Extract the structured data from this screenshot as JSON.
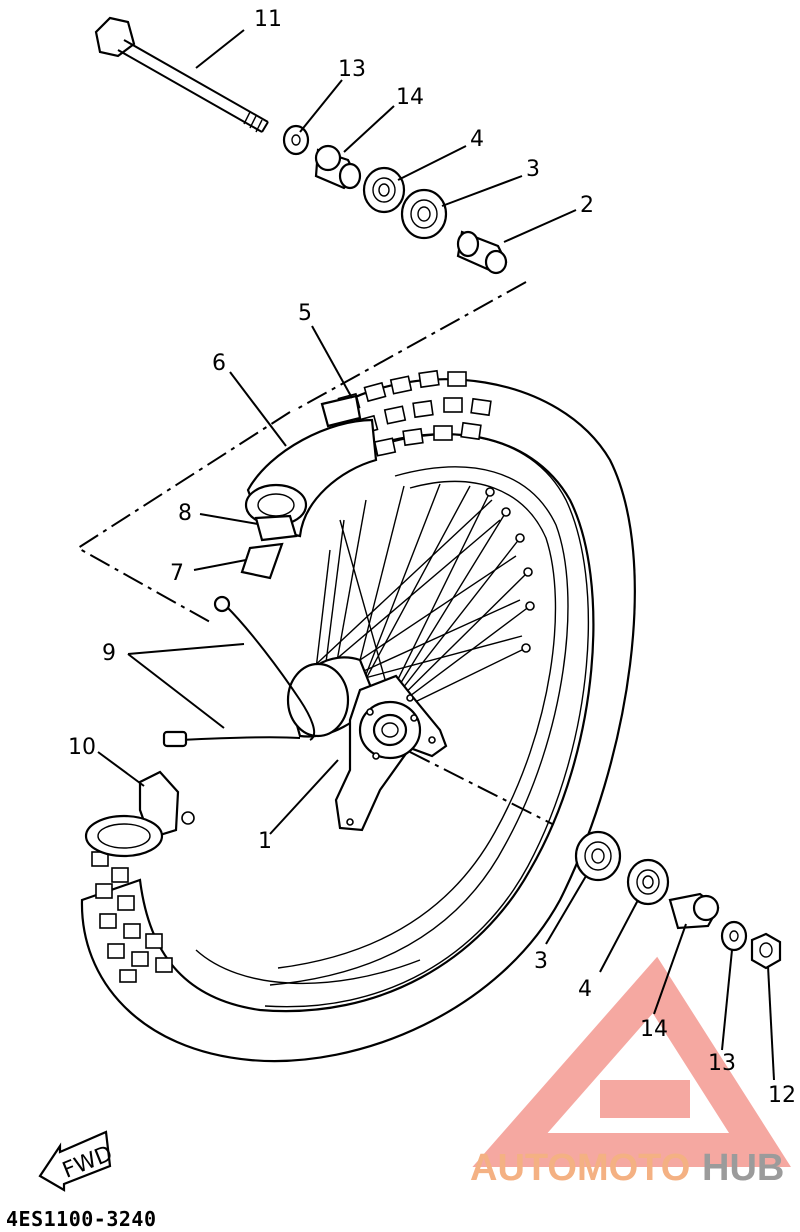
{
  "callouts": {
    "c1": "1",
    "c2": "2",
    "c3a": "3",
    "c3b": "3",
    "c4a": "4",
    "c4b": "4",
    "c5": "5",
    "c6": "6",
    "c7": "7",
    "c8": "8",
    "c9": "9",
    "c10": "10",
    "c11": "11",
    "c12": "12",
    "c13a": "13",
    "c13b": "13",
    "c14a": "14",
    "c14b": "14"
  },
  "fwd_label": "FWD",
  "diagram_code": "4ES1100-3240",
  "watermark": {
    "part1": "AUTOMOTO",
    "part2": "HUB",
    "color1": "#F4B183",
    "color2": "#9B9B9B",
    "logo_color": "#F28B82"
  }
}
